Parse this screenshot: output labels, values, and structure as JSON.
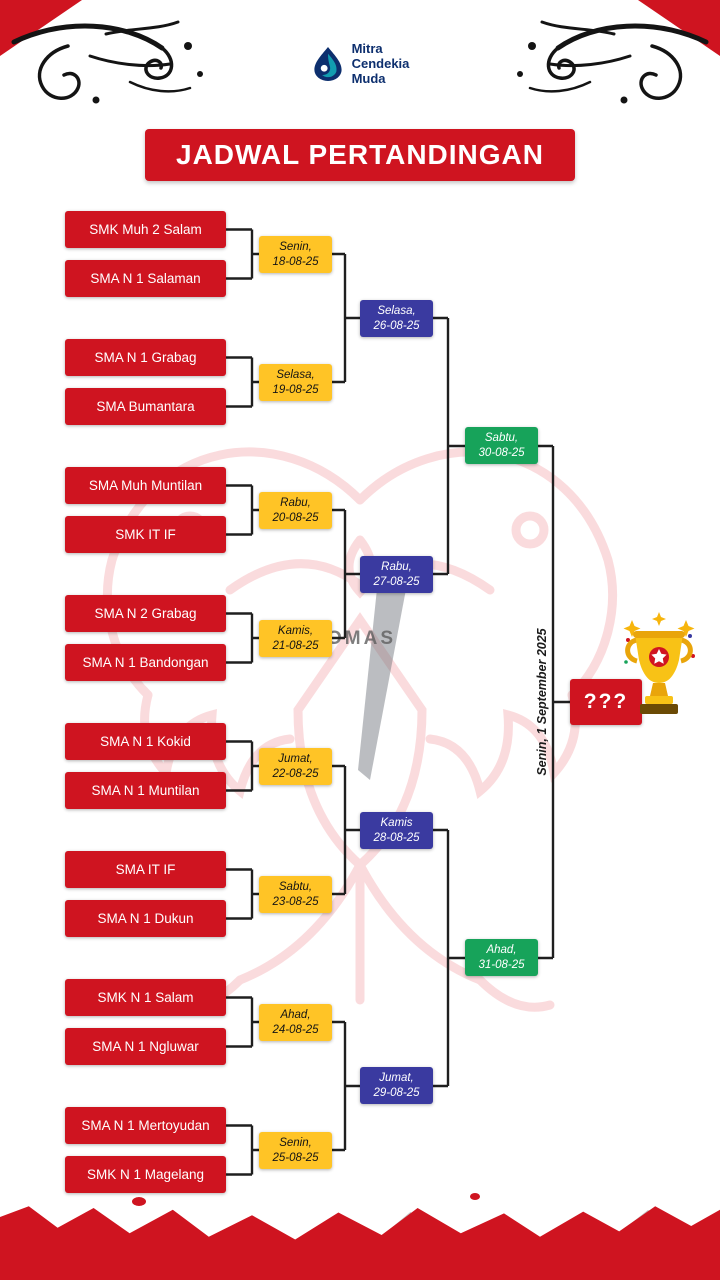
{
  "title": "JADWAL PERTANDINGAN",
  "logo": {
    "line1": "Mitra",
    "line2": "Cendekia",
    "line3": "Muda"
  },
  "colors": {
    "red": "#cf1420",
    "yellow": "#ffc426",
    "blue": "#3a3aa0",
    "green": "#17a35a",
    "navy": "#0d2f6e",
    "teal": "#129db0"
  },
  "icons": {
    "trophy_icon": "gold cup with stars",
    "logo_mark_icon": "blue-teal drop",
    "flourish_icon": "black calligraphic swirl"
  },
  "watermark_text": "OMAS",
  "bracket": {
    "round1": [
      {
        "team1": "SMK Muh 2 Salam",
        "team2": "SMA N 1 Salaman",
        "day": "Senin,",
        "date": "18-08-25"
      },
      {
        "team1": "SMA N 1 Grabag",
        "team2": "SMA Bumantara",
        "day": "Selasa,",
        "date": "19-08-25"
      },
      {
        "team1": "SMA Muh Muntilan",
        "team2": "SMK IT IF",
        "day": "Rabu,",
        "date": "20-08-25"
      },
      {
        "team1": "SMA N 2 Grabag",
        "team2": "SMA N 1 Bandongan",
        "day": "Kamis,",
        "date": "21-08-25"
      },
      {
        "team1": "SMA N 1 Kokid",
        "team2": "SMA N 1 Muntilan",
        "day": "Jumat,",
        "date": "22-08-25"
      },
      {
        "team1": "SMA IT IF",
        "team2": "SMA N 1 Dukun",
        "day": "Sabtu,",
        "date": "23-08-25"
      },
      {
        "team1": "SMK N 1 Salam",
        "team2": "SMA N 1 Ngluwar",
        "day": "Ahad,",
        "date": "24-08-25"
      },
      {
        "team1": "SMA N 1 Mertoyudan",
        "team2": "SMK N 1 Magelang",
        "day": "Senin,",
        "date": "25-08-25"
      }
    ],
    "round2": [
      {
        "day": "Selasa,",
        "date": "26-08-25"
      },
      {
        "day": "Rabu,",
        "date": "27-08-25"
      },
      {
        "day": "Kamis",
        "date": "28-08-25"
      },
      {
        "day": "Jumat,",
        "date": "29-08-25"
      }
    ],
    "round3": [
      {
        "day": "Sabtu,",
        "date": "30-08-25"
      },
      {
        "day": "Ahad,",
        "date": "31-08-25"
      }
    ],
    "final": {
      "date_vertical": "Senin, 1 September 2025",
      "winner": "???"
    }
  }
}
